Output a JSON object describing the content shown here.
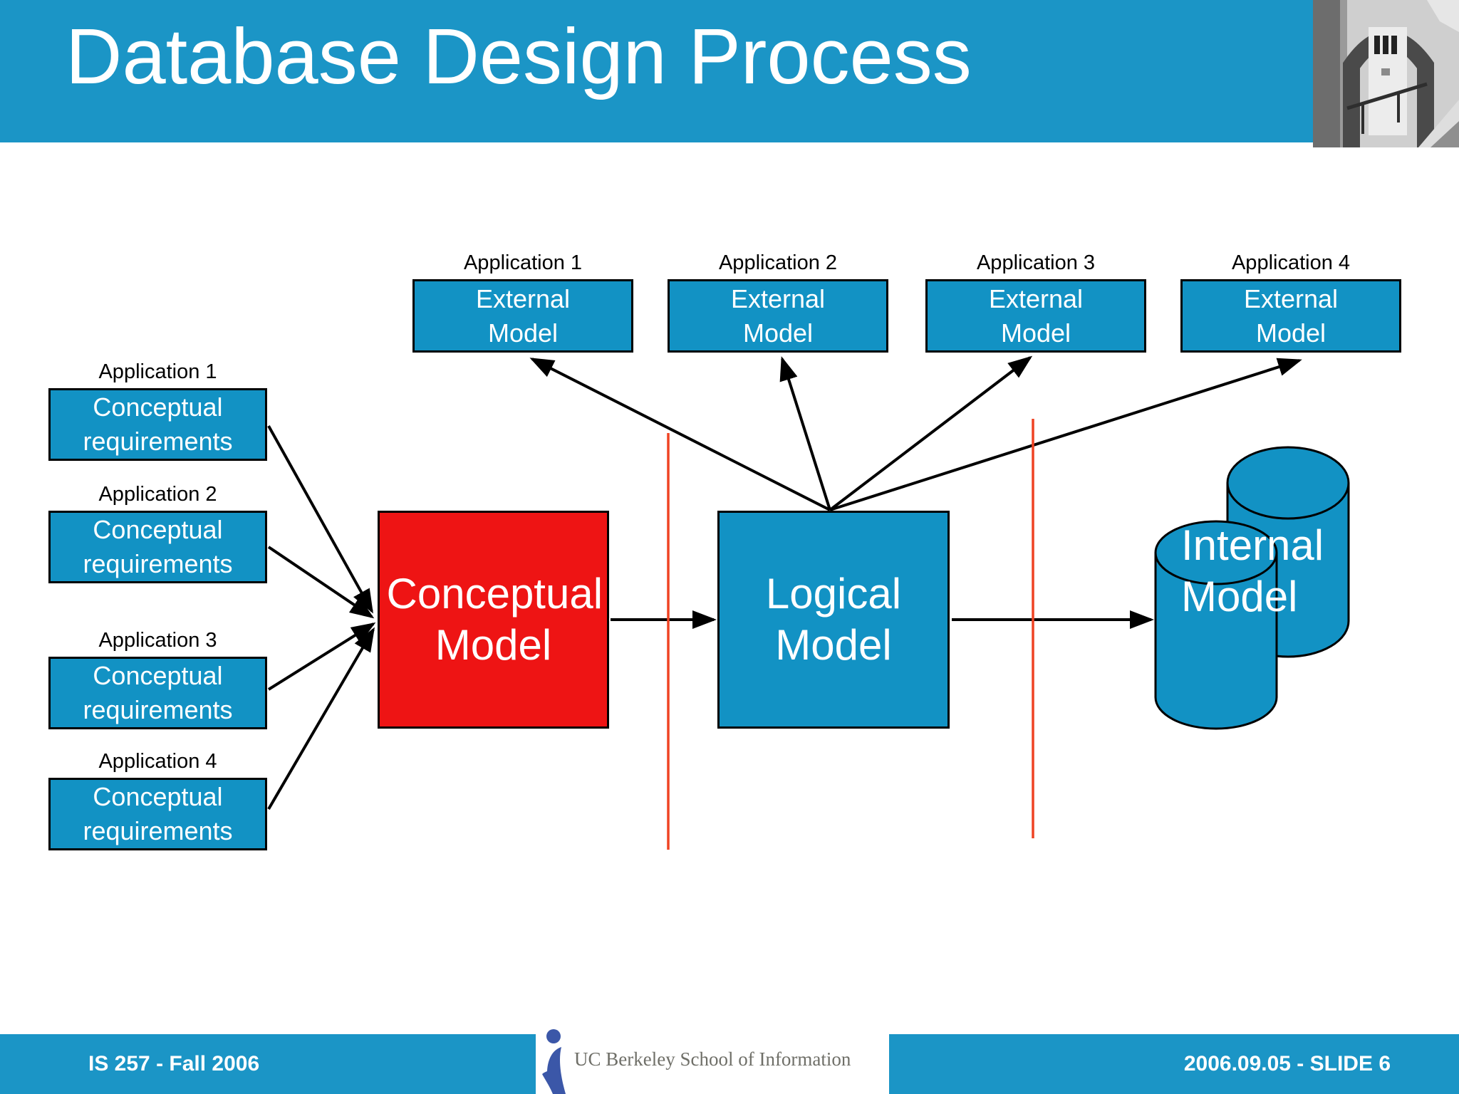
{
  "header": {
    "title": "Database Design Process"
  },
  "external_row": [
    {
      "app_label": "Application 1",
      "box_label": "External Model"
    },
    {
      "app_label": "Application 2",
      "box_label": "External Model"
    },
    {
      "app_label": "Application 3",
      "box_label": "External Model"
    },
    {
      "app_label": "Application 4",
      "box_label": "External Model"
    }
  ],
  "requirements_column": [
    {
      "app_label": "Application 1",
      "box_label": "Conceptual requirements"
    },
    {
      "app_label": "Application 2",
      "box_label": "Conceptual requirements"
    },
    {
      "app_label": "Application 3",
      "box_label": "Conceptual requirements"
    },
    {
      "app_label": "Application 4",
      "box_label": "Conceptual requirements"
    }
  ],
  "nodes": {
    "conceptual_model": "Conceptual Model",
    "logical_model": "Logical Model",
    "internal_model": "Internal Model"
  },
  "footer": {
    "course": "IS 257 - Fall 2006",
    "slide_info": "2006.09.05 - SLIDE 6",
    "logo_text": "UC Berkeley School of Information"
  },
  "icons": {
    "building_photo": "campus-building-photo",
    "database_cylinders": "database-cylinders-icon",
    "person_logo": "person-figure-logo"
  },
  "colors": {
    "bar_blue": "#1b95c6",
    "box_blue": "#1292c4",
    "model_red": "#ee1414",
    "divider_red": "#ef4323",
    "logo_blue": "#3b57a8",
    "text_white": "#ffffff",
    "text_black": "#000000"
  }
}
